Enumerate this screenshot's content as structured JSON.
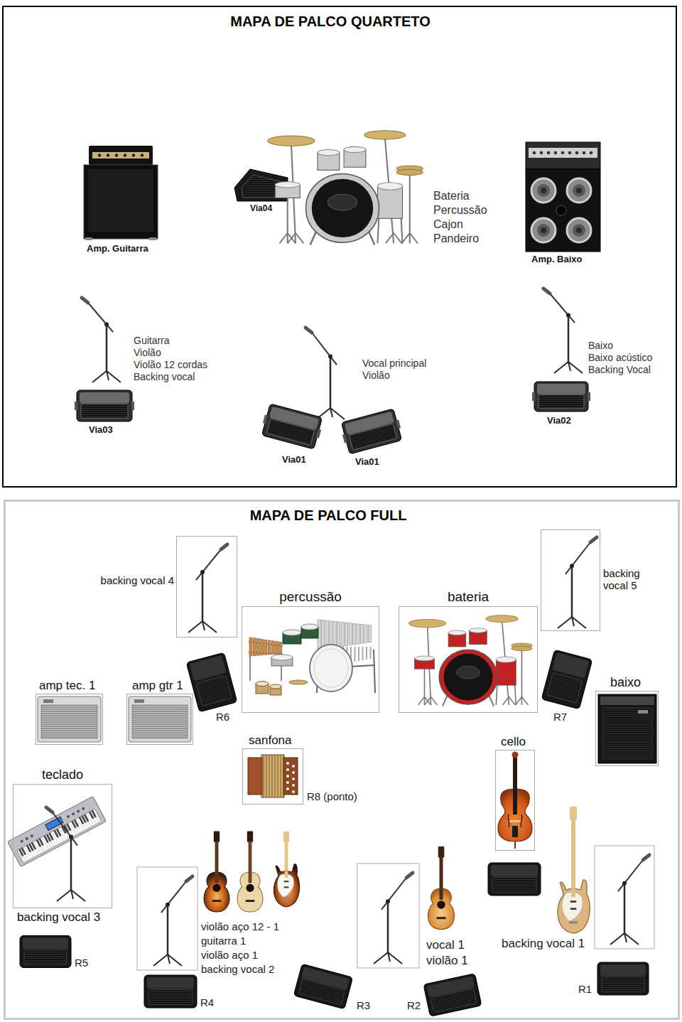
{
  "diagram": {
    "nodes": [
      {
        "text": [
          "MAPA DE PALCO QUARTETO"
        ]
      },
      {
        "text": [
          "MAPA DE PALCO FULL"
        ]
      },
      {
        "text": [
          "backing vocal 4"
        ],
        "in": 1
      },
      {
        "text": [
          "percussão"
        ],
        "in": 1
      },
      {
        "text": [
          "bateria"
        ],
        "in": 1
      },
      {
        "text": [
          "backing vocal 5"
        ],
        "in": 1
      },
      {
        "text": [
          "amp tec. 1"
        ],
        "in": 1
      },
      {
        "text": [
          "amp gtr 1"
        ],
        "in": 1
      },
      {
        "text": [
          "baixo"
        ],
        "in": 1
      },
      {
        "text": [
          "sanfona"
        ],
        "in": 1
      },
      {
        "text": [
          "cello"
        ],
        "in": 1
      },
      {
        "text": [
          "teclado",
          "backing vocal 3"
        ],
        "in": 1
      }
    ],
    "labels": [
      "Amp. Guitarra",
      "Via04",
      "Bateria",
      "Percussão",
      "Cajon",
      "Pandeiro",
      "Amp. Baixo",
      "Guitarra",
      "Violão",
      "Violão 12 cordas",
      "Backing vocal",
      "Via03",
      "Vocal principal",
      "Violão",
      "Via01",
      "Via01",
      "Baixo",
      "Baixo acústico",
      "Backing Vocal",
      "Via02",
      "R6",
      "R7",
      "R8 (ponto)",
      "R5",
      "violão aço 12 - 1",
      "guitarra 1",
      "violão aço 1",
      "backing vocal 2",
      "R4",
      "R3",
      "vocal 1",
      "violão 1",
      "R2",
      "backing vocal 1",
      "R1"
    ]
  }
}
